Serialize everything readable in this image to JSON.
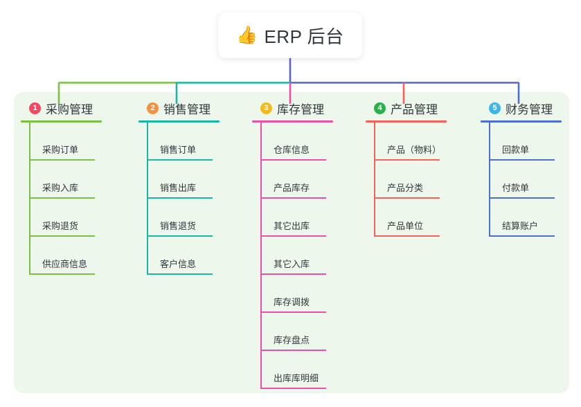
{
  "root": {
    "icon": "thumbs-up-icon",
    "emoji": "👍",
    "title": "ERP 后台"
  },
  "theme": {
    "panel_bg": "#eef7ec",
    "page_bg": "#ffffff",
    "card_bg": "#ffffff",
    "text": "#32373c",
    "bus_left": "#7ac142",
    "bus_mid": "#19b5a5",
    "bus_right": "#5b63c4"
  },
  "diagram": {
    "type": "mindmap",
    "columns": [
      {
        "index": "1",
        "title": "采购管理",
        "badge_color": "#f5475f",
        "line_color": "#7ac142",
        "items": [
          "采购订单",
          "采购入库",
          "采购退货",
          "供应商信息"
        ]
      },
      {
        "index": "2",
        "title": "销售管理",
        "badge_color": "#f5903c",
        "line_color": "#19b5a5",
        "items": [
          "销售订单",
          "销售出库",
          "销售退货",
          "客户信息"
        ]
      },
      {
        "index": "3",
        "title": "库存管理",
        "badge_color": "#f5bb1d",
        "line_color": "#ec4fa8",
        "items": [
          "仓库信息",
          "产品库存",
          "其它出库",
          "其它入库",
          "库存调拨",
          "库存盘点",
          "出库库明细"
        ]
      },
      {
        "index": "4",
        "title": "产品管理",
        "badge_color": "#27b14b",
        "line_color": "#f8615a",
        "items": [
          "产品（物料）",
          "产品分类",
          "产品单位"
        ]
      },
      {
        "index": "5",
        "title": "财务管理",
        "badge_color": "#3cb5e8",
        "line_color": "#4a6fd4",
        "items": [
          "回款单",
          "付款单",
          "结算账户"
        ]
      }
    ]
  }
}
